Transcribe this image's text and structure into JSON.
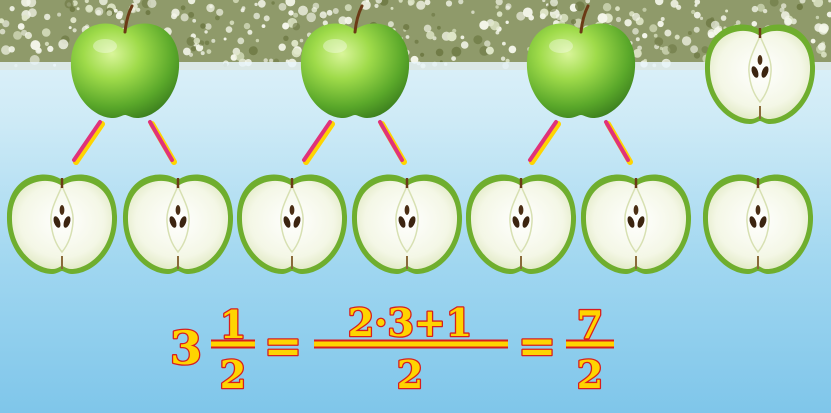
{
  "formula": {
    "whole": "3",
    "mixed_numerator": "1",
    "mixed_denominator": "2",
    "equals_1": "=",
    "middle_numerator": "2·3+1",
    "middle_denominator": "2",
    "equals_2": "=",
    "result_numerator": "7",
    "result_denominator": "2"
  },
  "colors": {
    "formula_fill": "#ffd400",
    "formula_outline": "#d81e1e",
    "connector_line": "#e0327a",
    "apple_green": "#7cc63a",
    "sky_blue": "#9fd6f0"
  },
  "illustration": {
    "whole_apples": 3,
    "half_apples_in_row": 7,
    "extra_half_apple": 1
  }
}
